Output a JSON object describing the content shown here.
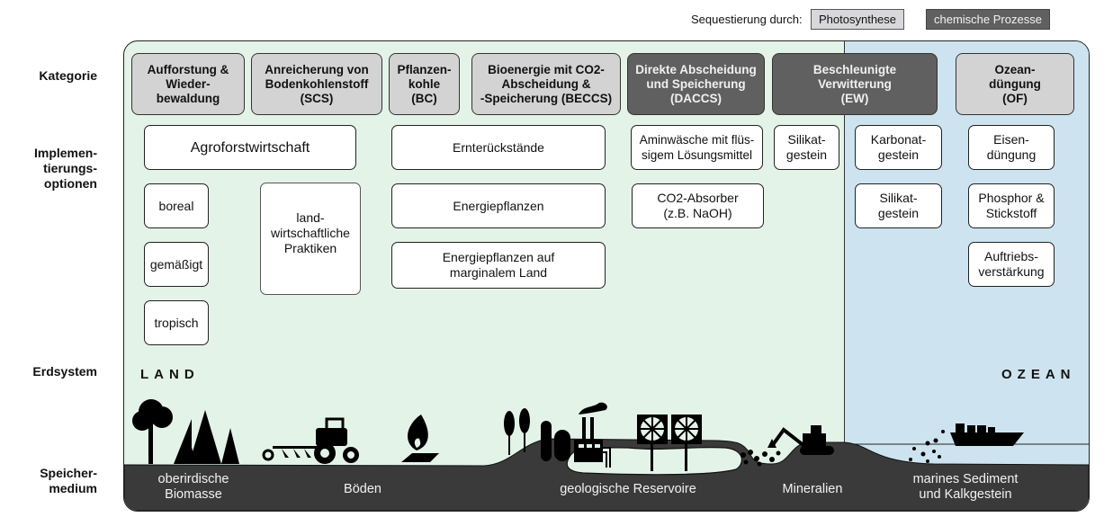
{
  "legend": {
    "label": "Sequestierung durch:",
    "photosynthesis": "Photosynthese",
    "chemical": "chemische Prozesse",
    "colors": {
      "photosynthesis": "#d3d3d3",
      "chemical": "#606060"
    }
  },
  "row_labels": {
    "category": "Kategorie",
    "implementation": "Implemen-\ntierungs-\noptionen",
    "earth_system": "Erdsystem",
    "storage": "Speicher-\nmedium"
  },
  "categories": [
    {
      "label": "Aufforstung &\nWieder-\nbewaldung",
      "process": "photosynthesis"
    },
    {
      "label": "Anreicherung von\nBodenkohlenstoff\n(SCS)",
      "process": "photosynthesis"
    },
    {
      "label": "Pflanzen-\nkohle\n(BC)",
      "process": "photosynthesis"
    },
    {
      "label": "Bioenergie mit CO2-\nAbscheidung &\n-Speicherung (BECCS)",
      "process": "photosynthesis"
    },
    {
      "label": "Direkte Abscheidung\nund Speicherung\n(DACCS)",
      "process": "chemical"
    },
    {
      "label": "Beschleunigte\nVerwitterung\n(EW)",
      "process": "chemical"
    },
    {
      "label": "Ozean-\ndüngung\n(OF)",
      "process": "photosynthesis"
    }
  ],
  "options": {
    "agroforestry": "Agroforstwirtschaft",
    "boreal": "boreal",
    "temperate": "gemäßigt",
    "tropical": "tropisch",
    "agri_practices": "land-\nwirtschaftliche\nPraktiken",
    "crop_residues": "Ernterückstände",
    "energy_crops": "Energiepflanzen",
    "energy_crops_marginal": "Energiepflanzen auf\nmarginalem Land",
    "amine_scrubbing": "Aminwäsche mit flüs-\nsigem Lösungsmittel",
    "co2_absorber": "CO2-Absorber\n(z.B. NaOH)",
    "silicate_land": "Silikat-\ngestein",
    "carbonate": "Karbonat-\ngestein",
    "silicate_ocean": "Silikat-\ngestein",
    "iron": "Eisen-\ndüngung",
    "phosphorus": "Phosphor &\nStickstoff",
    "upwelling": "Auftriebs-\nverstärkung"
  },
  "realms": {
    "land": "LAND",
    "ocean": "OZEAN"
  },
  "storage": {
    "biomass": "oberirdische\nBiomasse",
    "soils": "Böden",
    "geological": "geologische Reservoire",
    "minerals": "Mineralien",
    "marine": "marines Sediment\nund Kalkgestein"
  },
  "colors": {
    "land_bg": "#e3f3e8",
    "ocean_bg": "#cde4f0",
    "ground": "#3a3a3a"
  }
}
